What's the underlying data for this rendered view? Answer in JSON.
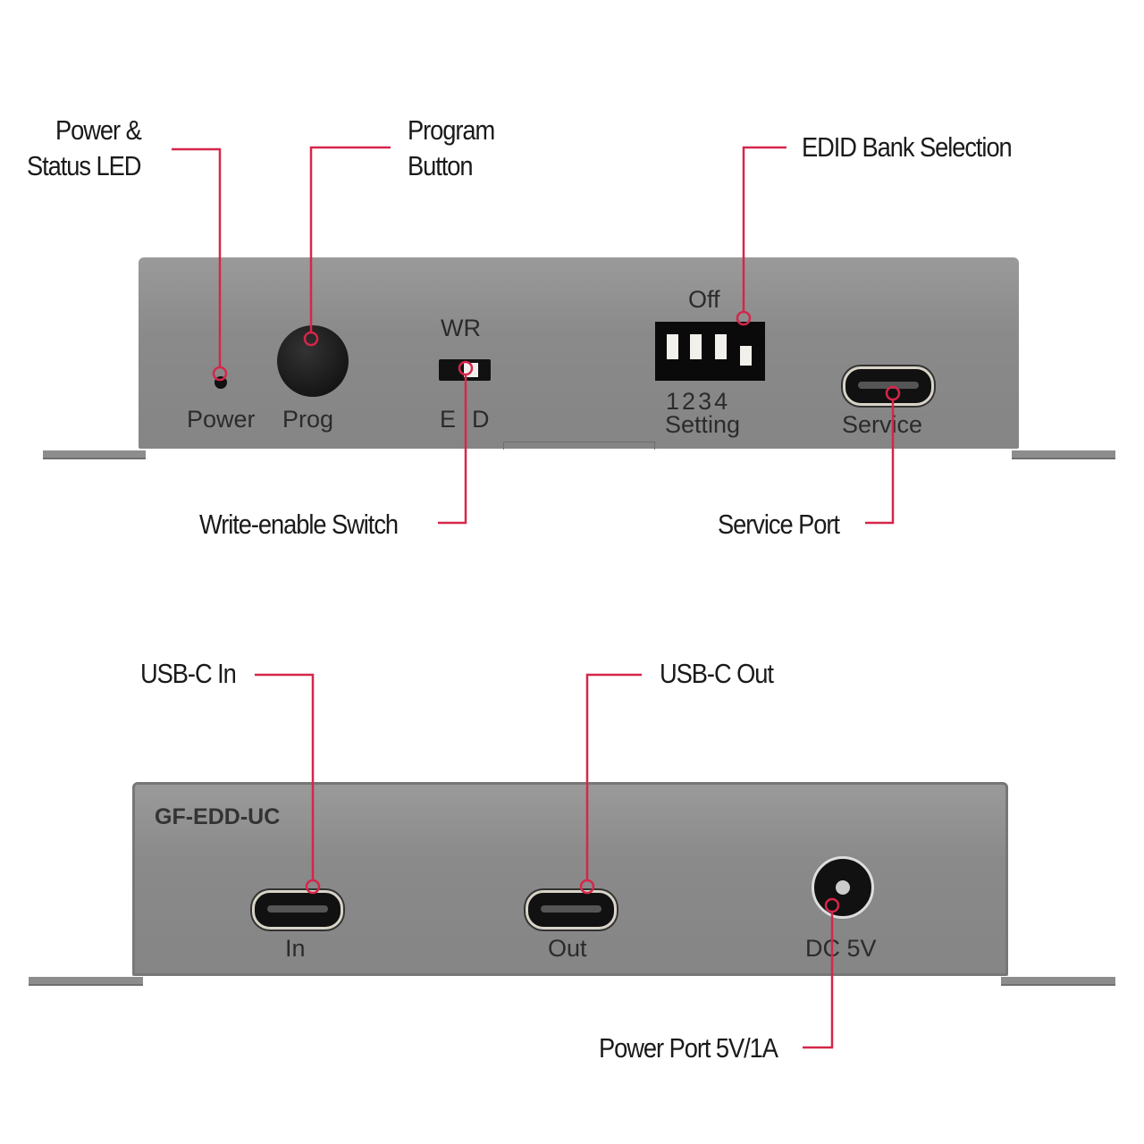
{
  "callouts": {
    "power_led": [
      "Power &",
      "Status LED"
    ],
    "program": [
      "Program",
      "Button"
    ],
    "edid": "EDID Bank Selection",
    "write_enable": "Write-enable Switch",
    "service_port": "Service Port",
    "usbc_in": "USB-C In",
    "usbc_out": "USB-C Out",
    "power_port": "Power Port 5V/1A"
  },
  "front_panel": {
    "power": "Power",
    "prog": "Prog",
    "wr": "WR",
    "e": "E",
    "d": "D",
    "off": "Off",
    "dip_numbers": [
      "1",
      "2",
      "3",
      "4"
    ],
    "setting": "Setting",
    "service": "Service",
    "dip_states": [
      "on",
      "on",
      "on",
      "off"
    ]
  },
  "rear_panel": {
    "model": "GF-EDD-UC",
    "in": "In",
    "out": "Out",
    "dc": "DC 5V"
  },
  "colors": {
    "callout": "#d6264a",
    "panel": "#8f8f8f"
  }
}
